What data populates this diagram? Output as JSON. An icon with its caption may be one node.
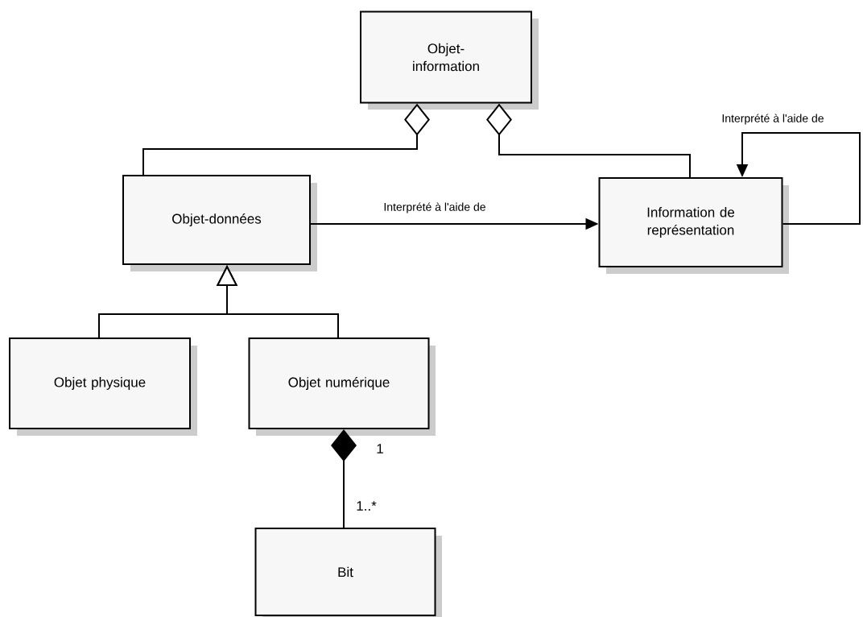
{
  "diagram": {
    "nodes": [
      {
        "text": [
          "Objet-information"
        ]
      },
      {
        "text": [
          "Objet-données"
        ]
      },
      {
        "text": [
          "Information de représentation"
        ]
      },
      {
        "text": [
          "Objet physique"
        ]
      },
      {
        "text": [
          "Objet numérique"
        ]
      },
      {
        "text": [
          "Bit"
        ]
      }
    ],
    "edges": [
      {
        "from": 1,
        "to": 0,
        "arrow": "other"
      },
      {
        "from": 2,
        "to": 0,
        "arrow": "other"
      },
      {
        "from": 1,
        "to": 2,
        "arrow": "to",
        "label": "Interprété à l'aide de"
      },
      {
        "from": 2,
        "to": 2,
        "arrow": "to",
        "label": "Interprété à l'aide de"
      },
      {
        "from": 3,
        "to": 1,
        "arrow": "to"
      },
      {
        "from": 4,
        "to": 1,
        "arrow": "to"
      },
      {
        "from": 5,
        "to": 4,
        "arrow": "other"
      }
    ],
    "labels": [
      "1",
      "1..*"
    ]
  }
}
